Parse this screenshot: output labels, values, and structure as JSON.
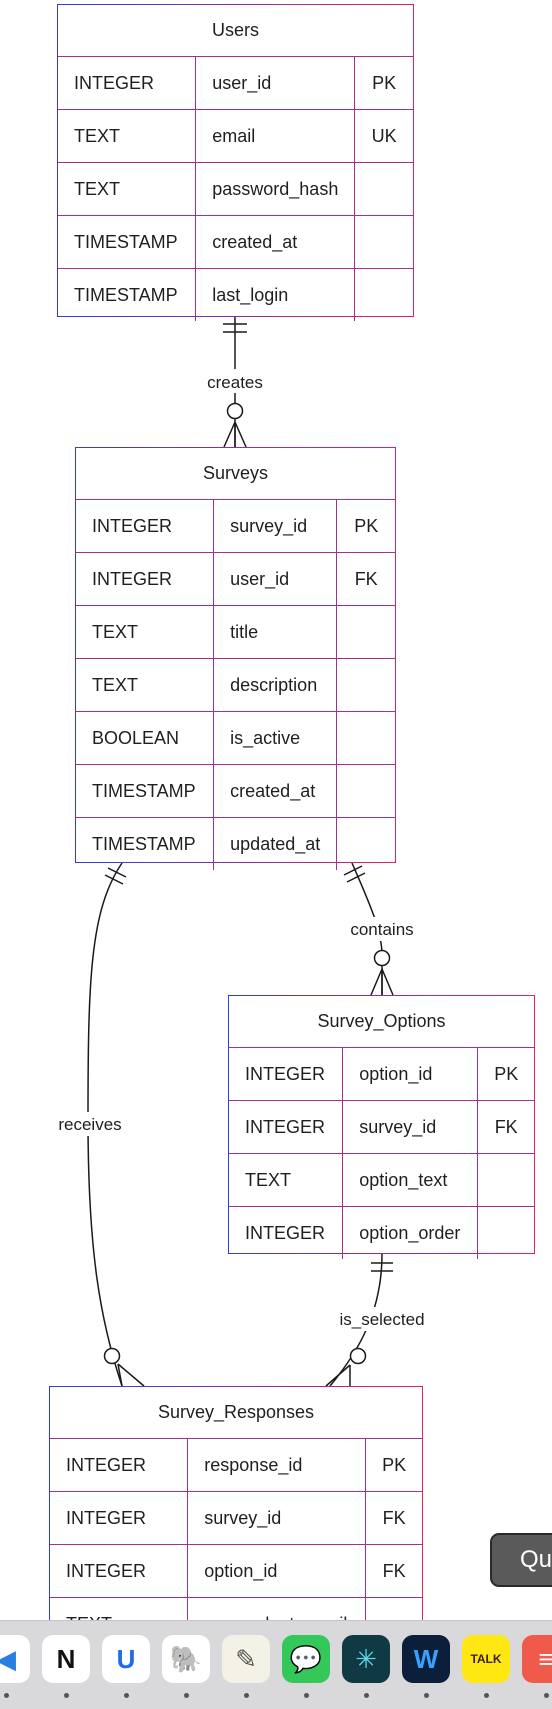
{
  "diagram": {
    "tables": [
      {
        "name": "Users",
        "rows": [
          {
            "type": "INTEGER",
            "column": "user_id",
            "key": "PK"
          },
          {
            "type": "TEXT",
            "column": "email",
            "key": "UK"
          },
          {
            "type": "TEXT",
            "column": "password_hash",
            "key": ""
          },
          {
            "type": "TIMESTAMP",
            "column": "created_at",
            "key": ""
          },
          {
            "type": "TIMESTAMP",
            "column": "last_login",
            "key": ""
          }
        ]
      },
      {
        "name": "Surveys",
        "rows": [
          {
            "type": "INTEGER",
            "column": "survey_id",
            "key": "PK"
          },
          {
            "type": "INTEGER",
            "column": "user_id",
            "key": "FK"
          },
          {
            "type": "TEXT",
            "column": "title",
            "key": ""
          },
          {
            "type": "TEXT",
            "column": "description",
            "key": ""
          },
          {
            "type": "BOOLEAN",
            "column": "is_active",
            "key": ""
          },
          {
            "type": "TIMESTAMP",
            "column": "created_at",
            "key": ""
          },
          {
            "type": "TIMESTAMP",
            "column": "updated_at",
            "key": ""
          }
        ]
      },
      {
        "name": "Survey_Options",
        "rows": [
          {
            "type": "INTEGER",
            "column": "option_id",
            "key": "PK"
          },
          {
            "type": "INTEGER",
            "column": "survey_id",
            "key": "FK"
          },
          {
            "type": "TEXT",
            "column": "option_text",
            "key": ""
          },
          {
            "type": "INTEGER",
            "column": "option_order",
            "key": ""
          }
        ]
      },
      {
        "name": "Survey_Responses",
        "rows": [
          {
            "type": "INTEGER",
            "column": "response_id",
            "key": "PK"
          },
          {
            "type": "INTEGER",
            "column": "survey_id",
            "key": "FK"
          },
          {
            "type": "INTEGER",
            "column": "option_id",
            "key": "FK"
          },
          {
            "type": "TEXT",
            "column": "respondent_email",
            "key": ""
          }
        ]
      }
    ],
    "relationships": [
      {
        "label": "creates",
        "from": "Users",
        "to": "Surveys",
        "from_card": "one",
        "to_card": "zero-or-many"
      },
      {
        "label": "contains",
        "from": "Surveys",
        "to": "Survey_Options",
        "from_card": "one",
        "to_card": "zero-or-many"
      },
      {
        "label": "receives",
        "from": "Surveys",
        "to": "Survey_Responses",
        "from_card": "one",
        "to_card": "zero-or-many"
      },
      {
        "label": "is_selected",
        "from": "Survey_Options",
        "to": "Survey_Responses",
        "from_card": "one",
        "to_card": "zero-or-many"
      }
    ]
  },
  "dock": {
    "items": [
      {
        "icon": "vscode-icon",
        "glyph": "◀",
        "bg": "#ffffff",
        "fg": "#2a7de1"
      },
      {
        "icon": "notion-icon",
        "glyph": "N",
        "bg": "#ffffff",
        "fg": "#111111"
      },
      {
        "icon": "toolbox-icon",
        "glyph": "U",
        "bg": "#ffffff",
        "fg": "#1b6cf2"
      },
      {
        "icon": "evernote-icon",
        "glyph": "🐘",
        "bg": "#ffffff",
        "fg": "#2dbe60"
      },
      {
        "icon": "textedit-icon",
        "glyph": "✎",
        "bg": "#f4f1e6",
        "fg": "#555555"
      },
      {
        "icon": "messages-icon",
        "glyph": "💬",
        "bg": "#34c759",
        "fg": "#ffffff"
      },
      {
        "icon": "perplexity-icon",
        "glyph": "✳",
        "bg": "#0f3a44",
        "fg": "#5fd4e6"
      },
      {
        "icon": "webex-icon",
        "glyph": "W",
        "bg": "#0b1f3a",
        "fg": "#3aa0ff"
      },
      {
        "icon": "kakaotalk-icon",
        "glyph": "TALK",
        "bg": "#ffe812",
        "fg": "#3b1e1e"
      },
      {
        "icon": "app-partial-icon",
        "glyph": "≡",
        "bg": "#f05a4a",
        "fg": "#ffffff"
      }
    ]
  },
  "tooltip": {
    "text": "Qu"
  },
  "colors": {
    "border_start": "#2b3ee6",
    "border_end": "#e0245e",
    "line": "#1a1a1a"
  }
}
